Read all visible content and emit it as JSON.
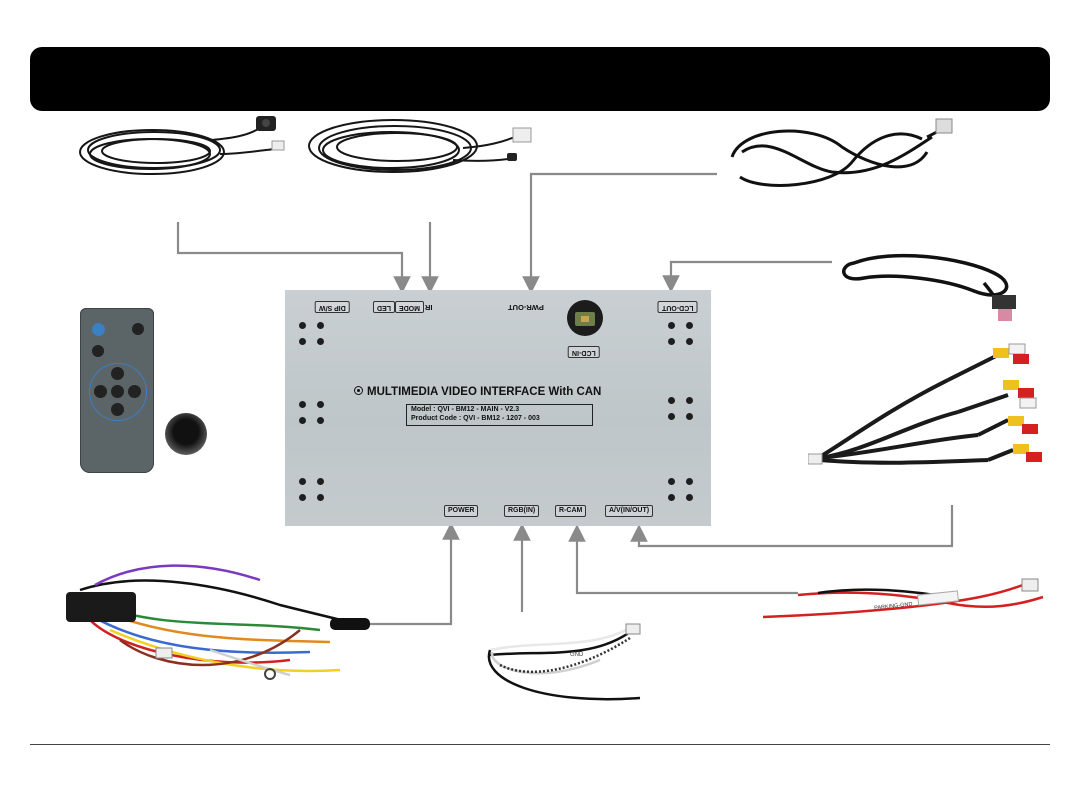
{
  "box": {
    "title": "MULTIMEDIA VIDEO INTERFACE With CAN",
    "model_line": "Model : QVI - BM12 - MAIN - V2.3",
    "product_code_line": "Product Code : QVI - BM12 - 1207 - 003",
    "labels": {
      "dip_sw": "DIP S/W",
      "led": "LED",
      "mode": "MODE",
      "ir": "IR",
      "pwr_out": "PWR-OUT",
      "lcd_out": "LCD-OUT",
      "lcd_in": "LCD-IN",
      "power": "POWER",
      "rgb_in": "RGB(IN)",
      "r_cam": "R-CAM",
      "av_in_out": "A/V(IN/OUT)"
    }
  },
  "cable_printed_text": {
    "rgb_wire_tag": "GND",
    "red_wire_tag": "PARKING-GND"
  },
  "colors": {
    "title_bar": "#000000",
    "connector_line": "#8a8a8a",
    "box_face": "#c4cacd",
    "remote_body": "#5b6466",
    "remote_ring": "#3b7fc4",
    "rca_yellow": "#f0c020",
    "rca_red": "#d42020",
    "rca_white": "#f2f2f2",
    "lcd_pink": "#d88aa5"
  }
}
